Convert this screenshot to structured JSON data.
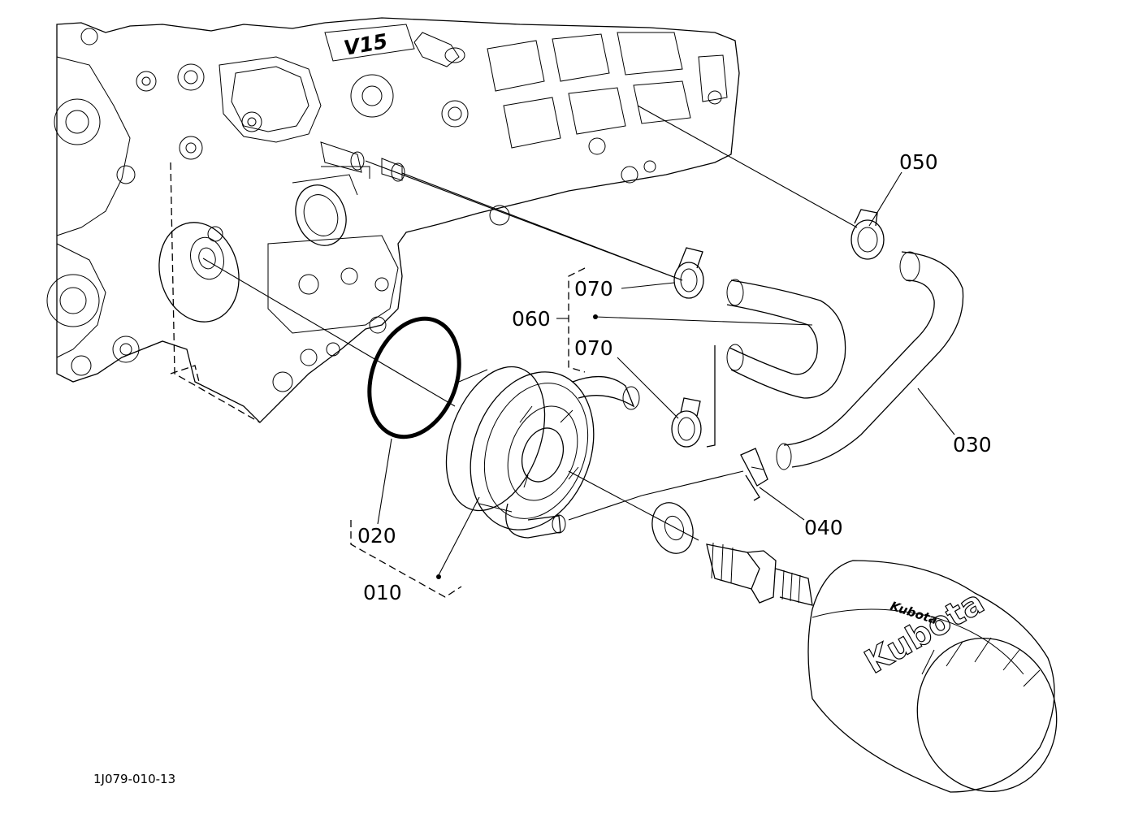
{
  "callouts": {
    "p010": "010",
    "p020": "020",
    "p030": "030",
    "p040": "040",
    "p050": "050",
    "p060": "060",
    "p070a": "070",
    "p070b": "070"
  },
  "drawing_code": "1J079-010-13",
  "engine_mark": "V15",
  "filter_brand": "Kubota",
  "colors": {
    "line": "#000000",
    "background": "#ffffff"
  }
}
